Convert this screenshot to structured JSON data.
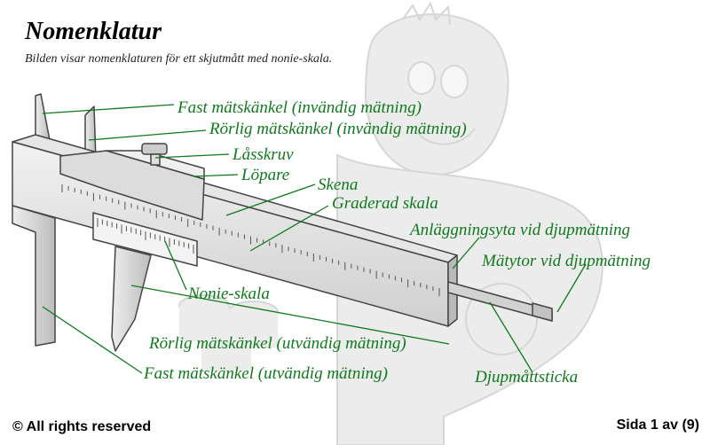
{
  "header": {
    "title": "Nomenklatur",
    "subtitle": "Bilden visar nomenklaturen för ett skjutmått med nonie-skala."
  },
  "labels": {
    "fast_inv": "Fast mätskänkel (invändig mätning)",
    "rorlig_inv": "Rörlig mätskänkel (invändig mätning)",
    "lasskruv": "Låsskruv",
    "lopare": "Löpare",
    "skena": "Skena",
    "graderad": "Graderad skala",
    "anlaggning": "Anläggningsyta vid djupmätning",
    "matytor": "Mätytor vid djupmätning",
    "nonie": "Nonie-skala",
    "rorlig_utv": "Rörlig mätskänkel (utvändig mätning)",
    "fast_utv": "Fast mätskänkel (utvändig mätning)",
    "djupmattsticka": "Djupmåttsticka"
  },
  "footer": {
    "copyright": "© All rights reserved",
    "page": "Sida 1 av (9)"
  },
  "colors": {
    "label": "#0e7a1c",
    "leader": "#0e7a1c",
    "caliper_fill": "#d9d9d9",
    "caliper_stroke": "#444444",
    "background_figure": "#e8e8e8"
  }
}
